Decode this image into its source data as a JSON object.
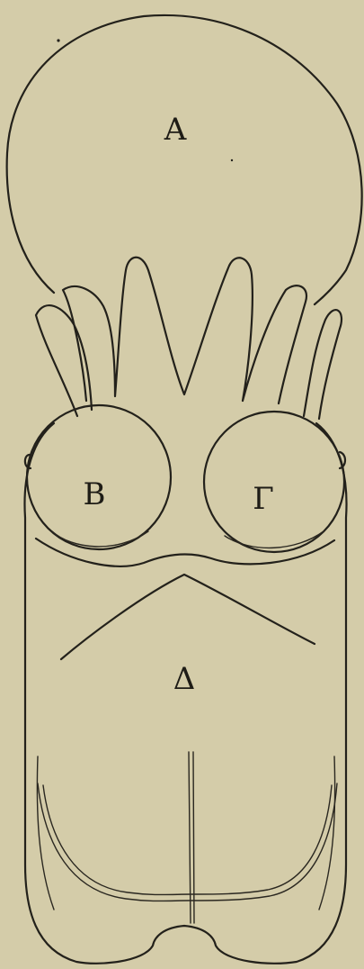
{
  "labels": {
    "a": "A",
    "b": "B",
    "g": "Γ",
    "d": "Δ"
  },
  "colors": {
    "paper": "#d7cfad",
    "ink": "#23211b"
  }
}
